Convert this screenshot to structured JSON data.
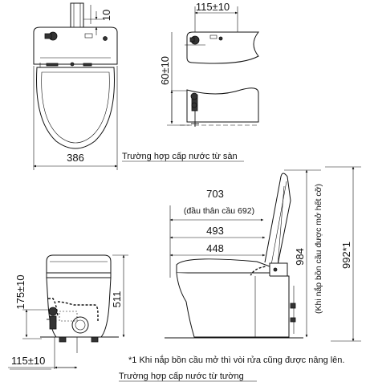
{
  "dimensions": {
    "tank_top": "10",
    "width_front": "386",
    "pipe_offset_top": "115±10",
    "pipe_height_floor": "60±10",
    "reach_with_head": "703",
    "reach_with_head_note": "(đầu thân cầu 692)",
    "reach_493": "493",
    "reach_448": "448",
    "height_lid_open": "984",
    "height_lid_open_note": "(Khi nắp bồn cầu được mở hết cỡ)",
    "height_992": "992*1",
    "wall_pipe_height": "175±10",
    "seat_height": "511",
    "wall_pipe_offset": "115±10"
  },
  "captions": {
    "floor_supply": "Trường hợp cấp nước từ sàn",
    "wall_supply": "Trường hợp cấp nước từ tường",
    "footnote": "*1 Khi nắp bồn cầu mở thì vòi rửa cũng được nâng lên."
  }
}
